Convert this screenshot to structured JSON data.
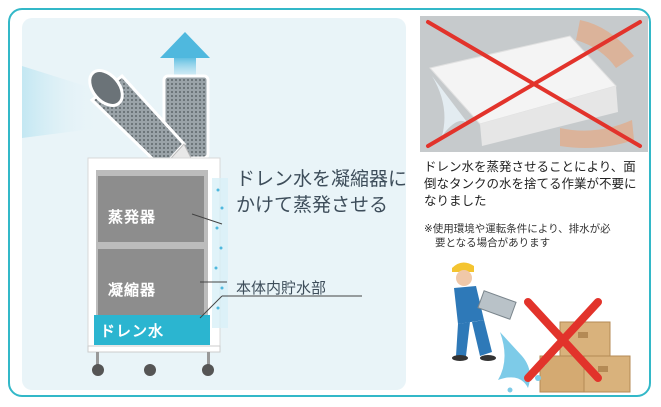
{
  "diagram": {
    "label_evaporate": [
      "ドレン水を凝縮器に",
      "かけて蒸発させる"
    ],
    "label_storage": "本体内貯水部",
    "box_evaporator": "蒸発器",
    "box_condenser": "凝縮器",
    "box_drain": "ドレン水"
  },
  "right": {
    "caption": "ドレン水を蒸発させることにより、面倒なタンクの水を捨てる作業が不要になりました",
    "note_line1": "※使用環境や運転条件により、排水が必",
    "note_line2": "要となる場合があります"
  },
  "colors": {
    "accent": "#33b8c8",
    "cross": "#e2332b",
    "drain": "#2bb5d0",
    "box_gray": "#8d8d8d"
  }
}
